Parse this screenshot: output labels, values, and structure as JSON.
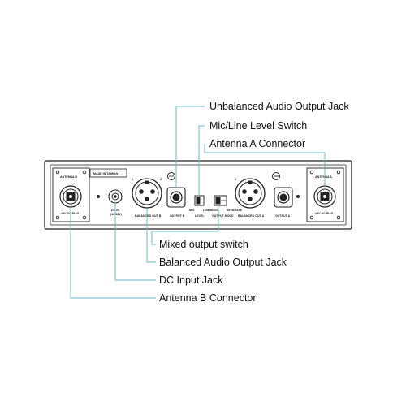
{
  "callouts": {
    "unbalanced_audio_output_jack": "Unbalanced Audio Output Jack",
    "mic_line_level_switch": "Mic/Line Level Switch",
    "antenna_a_connector": "Antenna A Connector",
    "mixed_output_switch": "Mixed output switch",
    "balanced_audio_output_jack": "Balanced Audio Output Jack",
    "dc_input_jack": "DC Input Jack",
    "antenna_b_connector": "Antenna B Connector"
  },
  "panel_labels": {
    "antenna_b": "ANTENNA B",
    "antenna_a": "ANTENNA A",
    "made_in": "MADE IN TAIWAN",
    "dc_bias_left": "+9V DC BIAS",
    "dc_bias_right": "+9V DC BIAS",
    "dc_in": "DC IN",
    "dc_in_voltage": "(12-18V)",
    "balanced_out_b": "BALANCED OUT B",
    "output_b": "OUTPUT B",
    "level": "LEVEL",
    "mic": "MIC",
    "line": "LINE",
    "mixed": "MIXED",
    "separate": "SEPARATE",
    "output_mode": "OUTPUT MODE",
    "balanced_out_a": "BALANCED OUT A",
    "output_a": "OUTPUT A",
    "xlr_pin_1": "1",
    "xlr_pin_2": "2",
    "xlr_pin_3": "3"
  },
  "colors": {
    "leader_line": "#6bb8c7",
    "panel_outline": "#222222",
    "panel_fill": "#ffffff"
  }
}
